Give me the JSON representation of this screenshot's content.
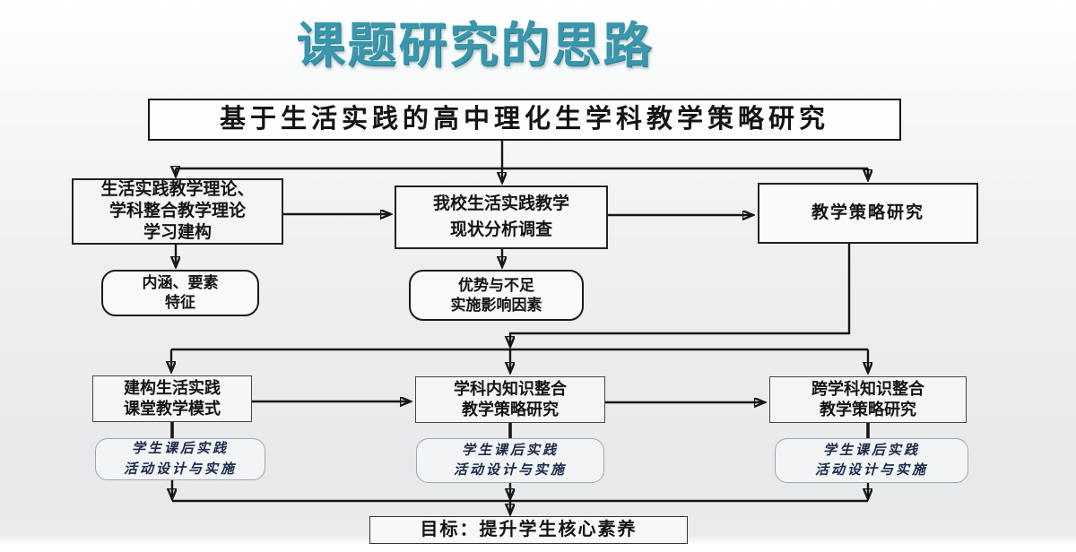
{
  "page": {
    "title": "课题研究的思路"
  },
  "colors": {
    "title_teal": "#3a96ab",
    "connector_line": "#161616",
    "box_border": "#222222",
    "practice_box_border": "#9aa7b4",
    "practice_text": "#1c2948",
    "background_top": "#ffffff",
    "background_bottom": "#e7e9ea"
  },
  "flowchart": {
    "root": {
      "label": "基于生活实践的高中理化生学科教学策略研究"
    },
    "theory": {
      "line1": "生活实践教学理论、",
      "line2": "学科整合教学理论",
      "line3": "学习建构"
    },
    "status": {
      "line1": "我校生活实践教学",
      "line2": "现状分析调查"
    },
    "strategy": {
      "label": "教学策略研究"
    },
    "connotation": {
      "line1": "内涵、要素",
      "line2": "特征"
    },
    "advantage": {
      "line1": "优势与不足",
      "line2": "实施影响因素"
    },
    "model": {
      "line1": "建构生活实践",
      "line2": "课堂教学模式"
    },
    "intra": {
      "line1": "学科内知识整合",
      "line2": "教学策略研究"
    },
    "cross": {
      "line1": "跨学科知识整合",
      "line2": "教学策略研究"
    },
    "practice_left": {
      "line1": "学生课后实践",
      "line2": "活动设计与实施"
    },
    "practice_middle": {
      "line1": "学生课后实践",
      "line2": "活动设计与实施"
    },
    "practice_right": {
      "line1": "学生课后实践",
      "line2": "活动设计与实施"
    },
    "goal": {
      "label": "目标：提升学生核心素养"
    }
  }
}
